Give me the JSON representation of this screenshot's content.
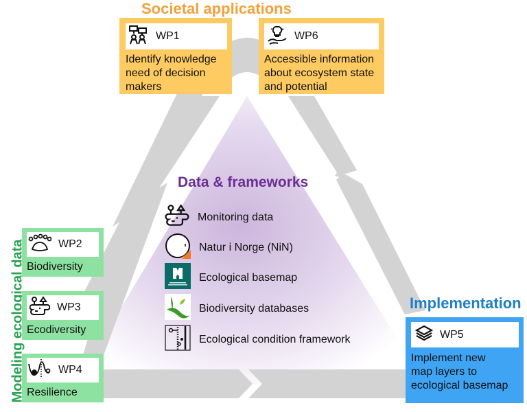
{
  "headings": {
    "societal": "Societal applications",
    "implementation": "Implementation",
    "modeling": "Modeling ecological data",
    "data": "Data & frameworks"
  },
  "colors": {
    "societal": "#f3a13a",
    "societal_box": "#fecb62",
    "implementation": "#1f7fc6",
    "implementation_box": "#3fa4f4",
    "modeling": "#2aa352",
    "modeling_box": "#8de2a2",
    "data": "#6b2f93",
    "arrow": "#d3d3d3"
  },
  "work_packages": [
    {
      "id": "WP1",
      "icon": "meeting-people-icon",
      "description": [
        "Identify knowledge",
        "need of decision",
        "makers"
      ]
    },
    {
      "id": "WP6",
      "icon": "lightbulb-hand-icon",
      "description": [
        "Accessible information",
        "about ecosystem state",
        "and potential"
      ]
    },
    {
      "id": "WP2",
      "icon": "paw-print-icon",
      "description": [
        "Biodiversity"
      ]
    },
    {
      "id": "WP3",
      "icon": "landscape-icon",
      "description": [
        "Ecodiversity"
      ]
    },
    {
      "id": "WP4",
      "icon": "stability-landscape-icon",
      "description": [
        "Resilience"
      ]
    },
    {
      "id": "WP5",
      "icon": "layers-icon",
      "description": [
        "Implement new",
        "map layers to",
        "ecological basemap"
      ]
    }
  ],
  "data_items": [
    {
      "icon": "landscape-icon",
      "label": "Monitoring data"
    },
    {
      "icon": "nin-logo-icon",
      "label": "Natur i Norge (NiN)"
    },
    {
      "icon": "miljodirektoratet-logo-icon",
      "label": "Ecological basemap",
      "logo_text": "MILJØ-DIREKTORATET"
    },
    {
      "icon": "leaf-logo-icon",
      "label": "Biodiversity databases"
    },
    {
      "icon": "condition-framework-icon",
      "label": "Ecological condition framework"
    }
  ]
}
